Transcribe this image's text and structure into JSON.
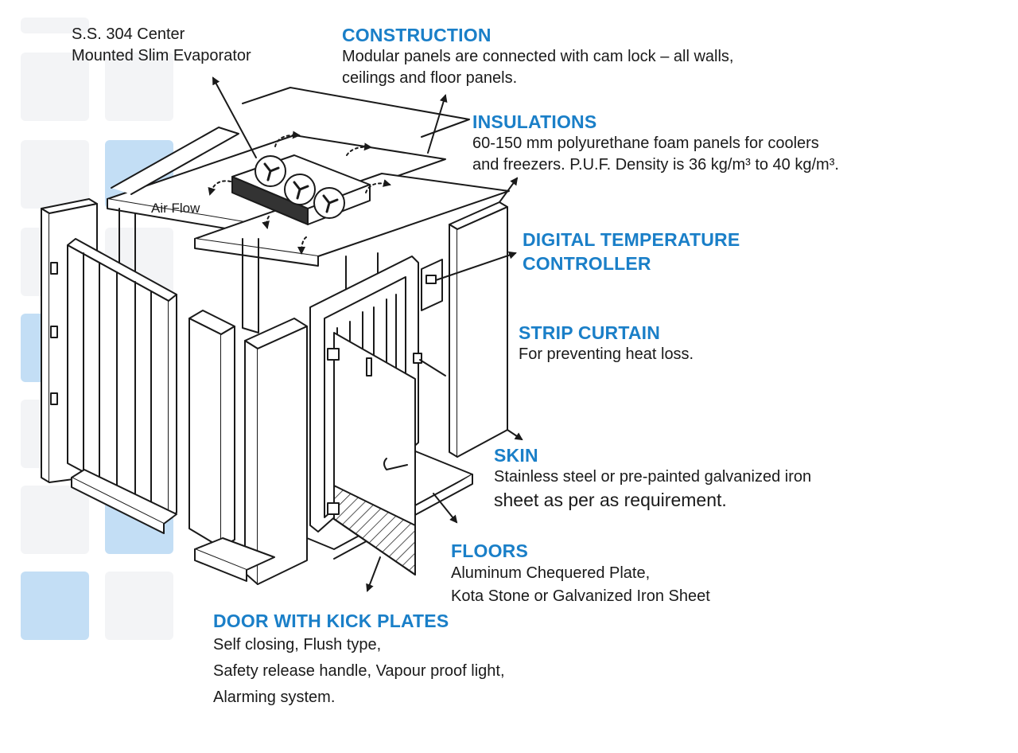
{
  "diagram": {
    "subject": "Modular cold room exploded view",
    "accent_color": "#1a7fc8",
    "text_color": "#1a1a1a",
    "background_tiles": {
      "grey": "#f3f4f6",
      "blue": "#c3def5"
    }
  },
  "callouts": {
    "evaporator": {
      "lines": [
        "S.S. 304 Center",
        "Mounted Slim Evaporator"
      ]
    },
    "air_flow": {
      "label": "Air Flow"
    },
    "construction": {
      "heading": "CONSTRUCTION",
      "lines": [
        "Modular panels are connected with cam lock – all walls,",
        "ceilings and floor panels."
      ]
    },
    "insulations": {
      "heading": "INSULATIONS",
      "lines": [
        "60-150 mm polyurethane foam panels for coolers",
        "and freezers. P.U.F. Density is 36 kg/m³ to 40 kg/m³."
      ]
    },
    "temperature_controller": {
      "heading_lines": [
        "DIGITAL TEMPERATURE",
        "CONTROLLER"
      ]
    },
    "strip_curtain": {
      "heading": "STRIP CURTAIN",
      "lines": [
        "For preventing heat loss."
      ]
    },
    "skin": {
      "heading": "SKIN",
      "lines": [
        "Stainless steel or pre-painted galvanized iron",
        "sheet as per as requirement."
      ]
    },
    "floors": {
      "heading": "FLOORS",
      "lines": [
        "Aluminum Chequered Plate,",
        "Kota Stone or Galvanized Iron Sheet"
      ]
    },
    "door": {
      "heading": "DOOR WITH KICK PLATES",
      "lines": [
        "Self closing, Flush type,",
        "Safety release handle, Vapour proof light,",
        "Alarming system."
      ]
    }
  }
}
